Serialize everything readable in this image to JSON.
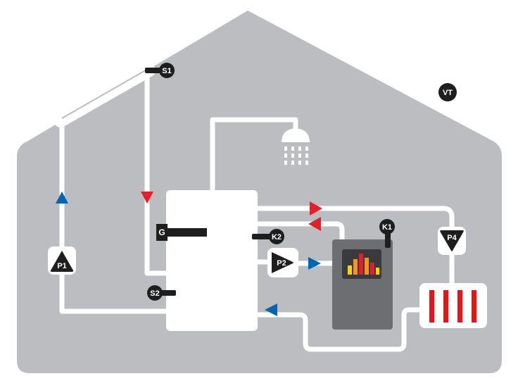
{
  "labels": {
    "sensor_collector": "S1",
    "sensor_tank_bottom": "S2",
    "sensor_tank_mid": "K2",
    "sensor_boiler": "K1",
    "sensor_outdoor": "VT",
    "tank_heater": "G",
    "pump_solar": "P1",
    "pump_boiler": "P2",
    "pump_heating": "P4"
  },
  "colors": {
    "house": "#bcbdc0",
    "pipe": "#ffffff",
    "hot_flow": "#e3202a",
    "cold_flow": "#0066b3",
    "sensor": "#1e1e1e",
    "boiler_body": "#6d6e71",
    "radiator": "#d71920"
  },
  "icons": {
    "shower": "shower-head-icon",
    "flame": "flame-icon",
    "flow_arrow": "triangle-arrow-icon",
    "pump": "pump-triangle-icon"
  }
}
